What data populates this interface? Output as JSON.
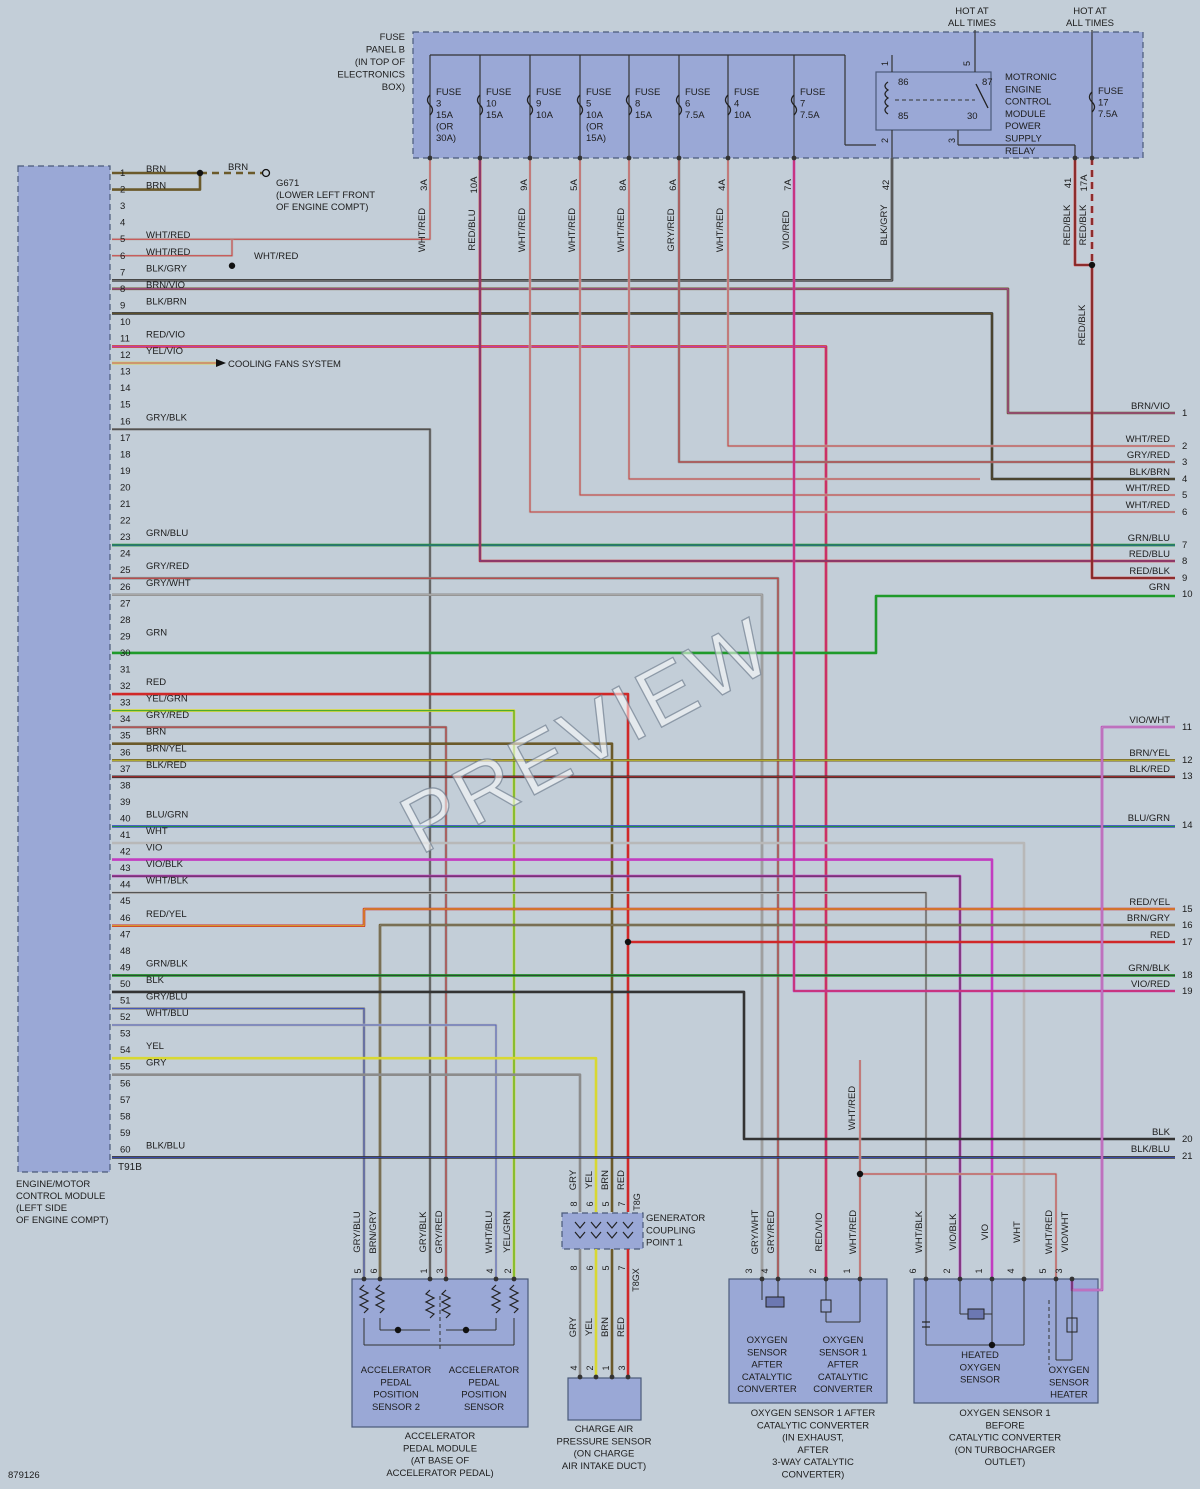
{
  "colors": {
    "background": "#c3ced8",
    "module": "#9aa8d6",
    "BRN": "#6b5a2a",
    "WHT": "#b8b8b8",
    "RED": "#d02828",
    "BLK": "#333333",
    "GRY": "#8c8c8c",
    "GRN": "#1f9a2a",
    "YEL": "#d8d832",
    "VIO": "#c23cc0",
    "BLU": "#3a4fc0",
    "PNK": "#e8a0a0"
  },
  "ecm": {
    "pins": [
      {
        "n": "1",
        "c": "BRN"
      },
      {
        "n": "2",
        "c": "BRN"
      },
      {
        "n": "3",
        "c": ""
      },
      {
        "n": "4",
        "c": ""
      },
      {
        "n": "5",
        "c": "WHT/RED"
      },
      {
        "n": "6",
        "c": "WHT/RED"
      },
      {
        "n": "7",
        "c": "BLK/GRY"
      },
      {
        "n": "8",
        "c": "BRN/VIO"
      },
      {
        "n": "9",
        "c": "BLK/BRN"
      },
      {
        "n": "10",
        "c": ""
      },
      {
        "n": "11",
        "c": "RED/VIO"
      },
      {
        "n": "12",
        "c": "YEL/VIO"
      },
      {
        "n": "13",
        "c": ""
      },
      {
        "n": "14",
        "c": ""
      },
      {
        "n": "15",
        "c": ""
      },
      {
        "n": "16",
        "c": "GRY/BLK"
      },
      {
        "n": "17",
        "c": ""
      },
      {
        "n": "18",
        "c": ""
      },
      {
        "n": "19",
        "c": ""
      },
      {
        "n": "20",
        "c": ""
      },
      {
        "n": "21",
        "c": ""
      },
      {
        "n": "22",
        "c": ""
      },
      {
        "n": "23",
        "c": "GRN/BLU"
      },
      {
        "n": "24",
        "c": ""
      },
      {
        "n": "25",
        "c": "GRY/RED"
      },
      {
        "n": "26",
        "c": "GRY/WHT"
      },
      {
        "n": "27",
        "c": ""
      },
      {
        "n": "28",
        "c": ""
      },
      {
        "n": "29",
        "c": "GRN"
      },
      {
        "n": "30",
        "c": ""
      },
      {
        "n": "31",
        "c": ""
      },
      {
        "n": "32",
        "c": "RED"
      },
      {
        "n": "33",
        "c": "YEL/GRN"
      },
      {
        "n": "34",
        "c": "GRY/RED"
      },
      {
        "n": "35",
        "c": "BRN"
      },
      {
        "n": "36",
        "c": "BRN/YEL"
      },
      {
        "n": "37",
        "c": "BLK/RED"
      },
      {
        "n": "38",
        "c": ""
      },
      {
        "n": "39",
        "c": ""
      },
      {
        "n": "40",
        "c": "BLU/GRN"
      },
      {
        "n": "41",
        "c": "WHT"
      },
      {
        "n": "42",
        "c": "VIO"
      },
      {
        "n": "43",
        "c": "VIO/BLK"
      },
      {
        "n": "44",
        "c": "WHT/BLK"
      },
      {
        "n": "45",
        "c": ""
      },
      {
        "n": "46",
        "c": "RED/YEL"
      },
      {
        "n": "47",
        "c": ""
      },
      {
        "n": "48",
        "c": ""
      },
      {
        "n": "49",
        "c": "GRN/BLK"
      },
      {
        "n": "50",
        "c": "BLK"
      },
      {
        "n": "51",
        "c": "GRY/BLU"
      },
      {
        "n": "52",
        "c": "WHT/BLU"
      },
      {
        "n": "53",
        "c": ""
      },
      {
        "n": "54",
        "c": "YEL"
      },
      {
        "n": "55",
        "c": "GRY"
      },
      {
        "n": "56",
        "c": ""
      },
      {
        "n": "57",
        "c": ""
      },
      {
        "n": "58",
        "c": ""
      },
      {
        "n": "59",
        "c": ""
      },
      {
        "n": "60",
        "c": "BLK/BLU"
      }
    ],
    "connector": "T91B",
    "label": [
      "ENGINE/MOTOR",
      "CONTROL MODULE",
      "(LEFT SIDE",
      "OF ENGINE COMPT)"
    ]
  },
  "ground": {
    "wire": "BRN",
    "name": "G671",
    "desc": [
      "(LOWER LEFT FRONT",
      "OF ENGINE COMPT)"
    ]
  },
  "cooling": "COOLING FANS SYSTEM",
  "wht_red_splice": "WHT/RED",
  "fuse_panel": {
    "label": [
      "FUSE",
      "PANEL B",
      "(IN TOP OF",
      "ELECTRONICS",
      "BOX)"
    ],
    "fuses": [
      {
        "lines": [
          "FUSE",
          "3",
          "15A",
          "(OR",
          "30A)"
        ],
        "out": "3A",
        "wire": "WHT/RED"
      },
      {
        "lines": [
          "FUSE",
          "10",
          "15A"
        ],
        "out": "10A",
        "wire": "RED/BLU"
      },
      {
        "lines": [
          "FUSE",
          "9",
          "10A"
        ],
        "out": "9A",
        "wire": "WHT/RED"
      },
      {
        "lines": [
          "FUSE",
          "5",
          "10A",
          "(OR",
          "15A)"
        ],
        "out": "5A",
        "wire": "WHT/RED"
      },
      {
        "lines": [
          "FUSE",
          "8",
          "15A"
        ],
        "out": "8A",
        "wire": "WHT/RED"
      },
      {
        "lines": [
          "FUSE",
          "6",
          "7.5A"
        ],
        "out": "6A",
        "wire": "GRY/RED"
      },
      {
        "lines": [
          "FUSE",
          "4",
          "10A"
        ],
        "out": "4A",
        "wire": "WHT/RED"
      },
      {
        "lines": [
          "FUSE",
          "7",
          "7.5A"
        ],
        "out": "7A",
        "wire": "VIO/RED"
      }
    ],
    "relay_out": "42",
    "relay_wire": "BLK/GRY",
    "relay": {
      "label": [
        "MOTRONIC",
        "ENGINE",
        "CONTROL",
        "MODULE",
        "POWER",
        "SUPPLY",
        "RELAY"
      ],
      "t86": "86",
      "t87": "87",
      "t85": "85",
      "t30": "30",
      "p1": "1",
      "p2": "2",
      "p3": "3",
      "p5": "5"
    },
    "fuse17": {
      "lines": [
        "FUSE",
        "17",
        "7.5A"
      ],
      "out1": "41",
      "out2": "17A",
      "wire1": "RED/BLK",
      "wire2": "RED/BLK",
      "wire3": "RED/BLK"
    },
    "hot1": [
      "HOT AT",
      "ALL TIMES"
    ],
    "hot2": [
      "HOT AT",
      "ALL TIMES"
    ]
  },
  "right_pins": [
    {
      "n": "1",
      "c": "BRN/VIO"
    },
    {
      "n": "2",
      "c": "WHT/RED"
    },
    {
      "n": "3",
      "c": "GRY/RED"
    },
    {
      "n": "4",
      "c": "BLK/BRN"
    },
    {
      "n": "5",
      "c": "WHT/RED"
    },
    {
      "n": "6",
      "c": "WHT/RED"
    },
    {
      "n": "7",
      "c": "GRN/BLU"
    },
    {
      "n": "8",
      "c": "RED/BLU"
    },
    {
      "n": "9",
      "c": "RED/BLK"
    },
    {
      "n": "10",
      "c": "GRN"
    },
    {
      "n": "11",
      "c": "VIO/WHT"
    },
    {
      "n": "12",
      "c": "BRN/YEL"
    },
    {
      "n": "13",
      "c": "BLK/RED"
    },
    {
      "n": "14",
      "c": "BLU/GRN"
    },
    {
      "n": "15",
      "c": "RED/YEL"
    },
    {
      "n": "16",
      "c": "BRN/GRY"
    },
    {
      "n": "17",
      "c": "RED"
    },
    {
      "n": "18",
      "c": "GRN/BLK"
    },
    {
      "n": "19",
      "c": "VIO/RED"
    },
    {
      "n": "20",
      "c": "BLK"
    },
    {
      "n": "21",
      "c": "BLK/BLU"
    }
  ],
  "accel": {
    "wires": [
      "GRY/BLU",
      "BRN/GRY",
      "GRY/BLK",
      "GRY/RED",
      "WHT/BLU",
      "YEL/GRN"
    ],
    "pins": [
      "5",
      "6",
      "1",
      "3",
      "4",
      "2"
    ],
    "s2": [
      "ACCELERATOR",
      "PEDAL",
      "POSITION",
      "SENSOR 2"
    ],
    "s1": [
      "ACCELERATOR",
      "PEDAL",
      "POSITION",
      "SENSOR"
    ],
    "label": [
      "ACCELERATOR",
      "PEDAL MODULE",
      "(AT BASE OF",
      "ACCELERATOR PEDAL)"
    ]
  },
  "gen": {
    "wires_top": [
      "GRY",
      "YEL",
      "BRN",
      "RED"
    ],
    "pins_top": [
      "8",
      "6",
      "5",
      "7"
    ],
    "conn_top": "T8G",
    "conn_bot": "T8GX",
    "pins_bot": [
      "8",
      "6",
      "5",
      "7"
    ],
    "label": [
      "GENERATOR",
      "COUPLING",
      "POINT 1"
    ],
    "wires_bot": [
      "GRY",
      "YEL",
      "BRN",
      "RED"
    ],
    "cap_pins": [
      "4",
      "2",
      "1",
      "3"
    ],
    "cap_label": [
      "CHARGE AIR",
      "PRESSURE SENSOR",
      "(ON CHARGE",
      "AIR INTAKE DUCT)"
    ]
  },
  "o2a": {
    "wires": [
      "GRY/WHT",
      "GRY/RED",
      "RED/VIO",
      "WHT/RED"
    ],
    "pins": [
      "3",
      "4",
      "2",
      "1"
    ],
    "s1": [
      "OXYGEN",
      "SENSOR",
      "AFTER",
      "CATALYTIC",
      "CONVERTER"
    ],
    "s2": [
      "OXYGEN",
      "SENSOR 1",
      "AFTER",
      "CATALYTIC",
      "CONVERTER"
    ],
    "label": [
      "OXYGEN SENSOR 1 AFTER",
      "CATALYTIC CONVERTER",
      "(IN EXHAUST,",
      "AFTER",
      "3-WAY CATALYTIC",
      "CONVERTER)"
    ],
    "vert": "WHT/RED"
  },
  "o2b": {
    "wires": [
      "WHT/BLK",
      "VIO/BLK",
      "VIO",
      "WHT",
      "WHT/RED",
      "VIO/WHT"
    ],
    "pins": [
      "6",
      "2",
      "1",
      "4",
      "5",
      "3"
    ],
    "s1": [
      "HEATED",
      "OXYGEN",
      "SENSOR"
    ],
    "s2": [
      "OXYGEN",
      "SENSOR",
      "HEATER"
    ],
    "label": [
      "OXYGEN SENSOR 1",
      "BEFORE",
      "CATALYTIC CONVERTER",
      "(ON TURBOCHARGER",
      "OUTLET)"
    ]
  },
  "watermark": "PREVIEW",
  "figure_id": "879126"
}
